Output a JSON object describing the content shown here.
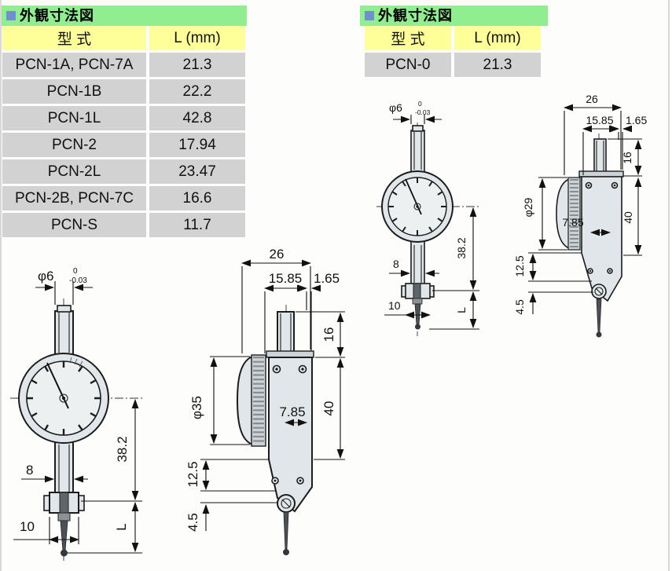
{
  "colors": {
    "header_green": "#90ee90",
    "bullet_blue": "#6f8fd2",
    "th_yellow": "#ffff99",
    "row_gray": "#d2d2d2"
  },
  "left": {
    "title": "外観寸法図",
    "col_model": "型 式",
    "col_l": "L (mm)",
    "rows": [
      {
        "model": "PCN-1A, PCN-7A",
        "l": "21.3"
      },
      {
        "model": "PCN-1B",
        "l": "22.2"
      },
      {
        "model": "PCN-1L",
        "l": "42.8"
      },
      {
        "model": "PCN-2",
        "l": "17.94"
      },
      {
        "model": "PCN-2L",
        "l": "23.47"
      },
      {
        "model": "PCN-2B, PCN-7C",
        "l": "16.6"
      },
      {
        "model": "PCN-S",
        "l": "11.7"
      }
    ],
    "front": {
      "diameter": "φ6",
      "tol_upper": "0",
      "tol_lower": "-0.03",
      "stem_w": "8",
      "clamp_w": "10",
      "body_h": "38.2",
      "tip_len": "L"
    },
    "side": {
      "overall_w": "26",
      "face_w": "15.85",
      "back_w": "1.65",
      "stem_h": "16",
      "bezel_dia": "φ35",
      "tip_offset": "7.85",
      "body_h": "40",
      "lower_h": "12.5",
      "pivot_h": "4.5"
    }
  },
  "right": {
    "title": "外観寸法図",
    "col_model": "型 式",
    "col_l": "L (mm)",
    "rows": [
      {
        "model": "PCN-0",
        "l": "21.3"
      }
    ],
    "front": {
      "diameter": "φ6",
      "tol_upper": "0",
      "tol_lower": "-0.03",
      "stem_w": "8",
      "clamp_w": "10",
      "body_h": "38.2",
      "tip_len": "L"
    },
    "side": {
      "overall_w": "26",
      "face_w": "15.85",
      "back_w": "1.65",
      "stem_h": "16",
      "bezel_dia": "φ29",
      "tip_offset": "7.85",
      "body_h": "40",
      "lower_h": "12.5",
      "pivot_h": "4.5"
    }
  }
}
